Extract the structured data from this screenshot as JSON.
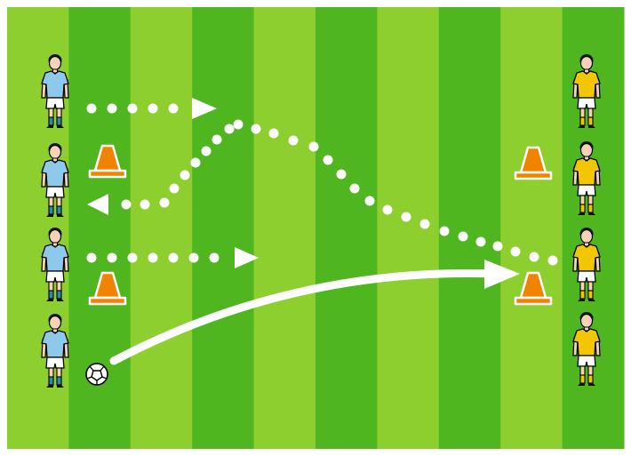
{
  "pitch": {
    "stripe_count": 10,
    "light_green": "#8ccf2e",
    "dark_green": "#4fb61f",
    "border": "#ffffff"
  },
  "teams": {
    "blue": {
      "shirt": "#8ec9ec",
      "shorts": "#ffffff",
      "socks": "#2f8aa8",
      "players": 4
    },
    "yellow": {
      "shirt": "#f2c600",
      "shorts": "#ffffff",
      "socks": "#f2c600",
      "players": 4
    }
  },
  "cones": {
    "color": "#f08400",
    "count": 4
  },
  "ball": {
    "icon": "soccer-ball-icon"
  },
  "arrows": {
    "run_color": "#ffffff",
    "pass_color": "#ffffff",
    "runs": 3,
    "passes": 1
  }
}
